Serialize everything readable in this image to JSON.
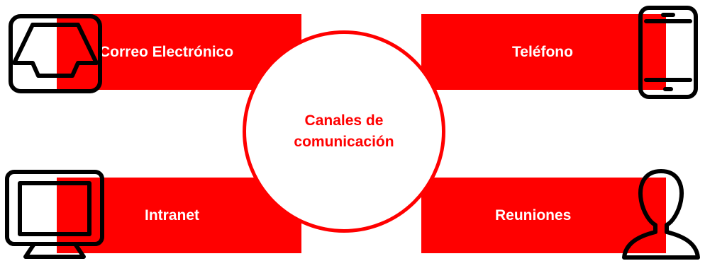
{
  "diagram": {
    "center": {
      "text": "Canales de comunicación"
    },
    "channels": [
      {
        "label": "Correo Electrónico",
        "icon": "inbox-tray-icon"
      },
      {
        "label": "Teléfono",
        "icon": "smartphone-icon"
      },
      {
        "label": "Intranet",
        "icon": "monitor-icon"
      },
      {
        "label": "Reuniones",
        "icon": "person-icon"
      }
    ]
  },
  "colors": {
    "accent": "#ff0000",
    "banner_text": "#ffffff",
    "icon_stroke": "#000000",
    "background": "#ffffff"
  }
}
